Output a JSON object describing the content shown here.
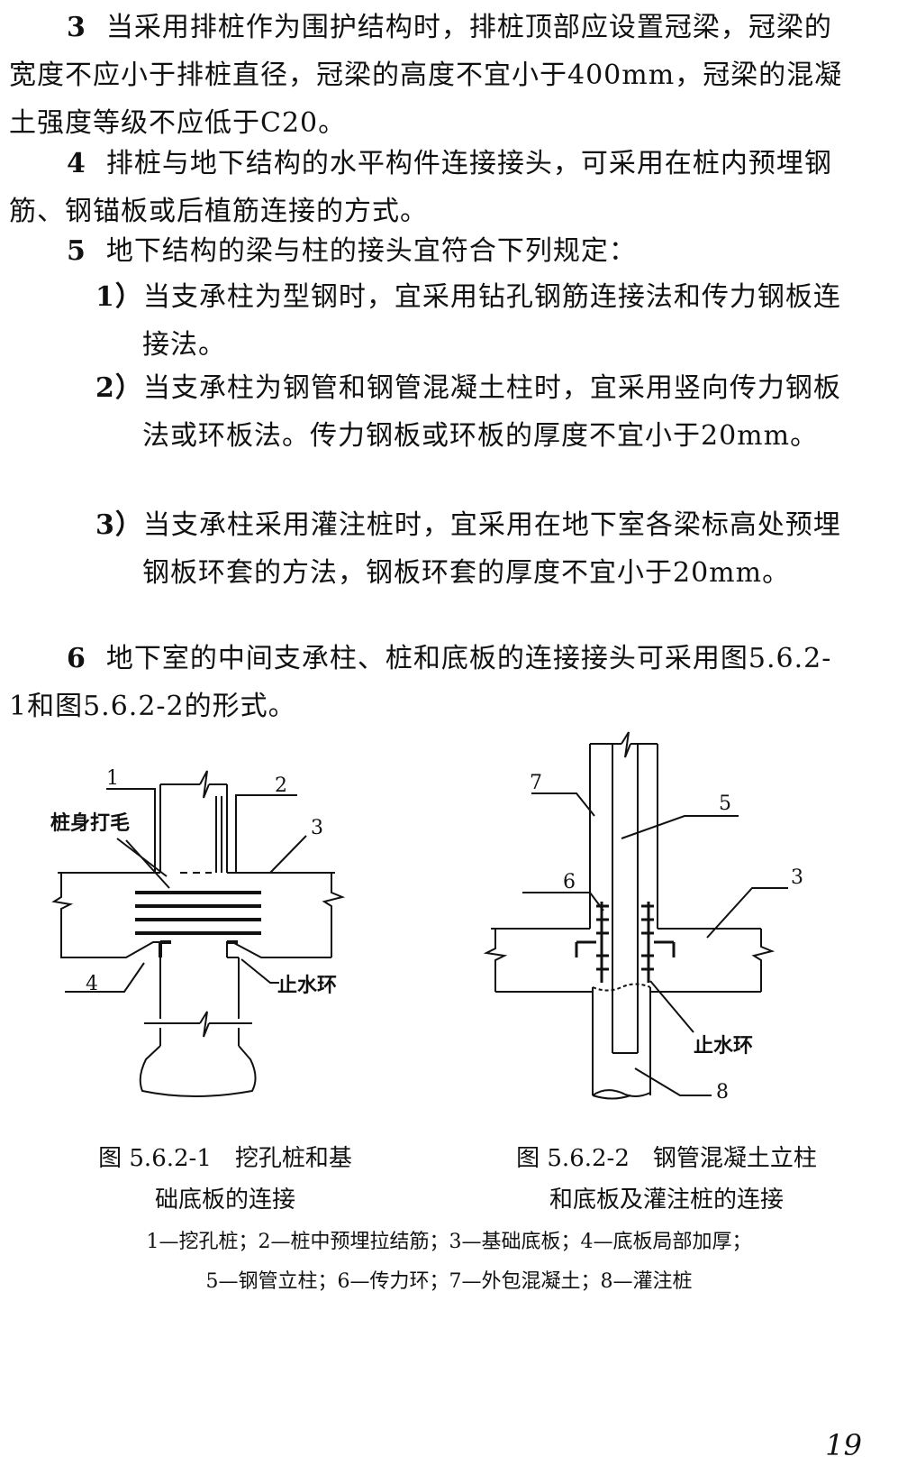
{
  "items": {
    "i3": {
      "num": "3",
      "text": "当采用排桩作为围护结构时，排桩顶部应设置冠梁，冠梁的宽度不应小于排桩直径，冠梁的高度不宜小于400mm，冠梁的混凝土强度等级不应低于C20。"
    },
    "i4": {
      "num": "4",
      "text": "排桩与地下结构的水平构件连接接头，可采用在桩内预埋钢筋、钢锚板或后植筋连接的方式。"
    },
    "i5": {
      "num": "5",
      "text": "地下结构的梁与柱的接头宜符合下列规定："
    },
    "s1": {
      "num": "1）",
      "text": "当支承柱为型钢时，宜采用钻孔钢筋连接法和传力钢板连接法。"
    },
    "s2": {
      "num": "2）",
      "text": "当支承柱为钢管和钢管混凝土柱时，宜采用竖向传力钢板法或环板法。传力钢板或环板的厚度不宜小于20mm。"
    },
    "s3": {
      "num": "3）",
      "text": "当支承柱采用灌注桩时，宜采用在地下室各梁标高处预埋钢板环套的方法，钢板环套的厚度不宜小于20mm。"
    },
    "i6": {
      "num": "6",
      "text": "地下室的中间支承柱、桩和底板的连接接头可采用图5.6.2-1和图5.6.2-2的形式。"
    }
  },
  "figure1": {
    "labels": {
      "l1": "1",
      "l2": "2",
      "l3": "3",
      "l4": "4",
      "roughen": "桩身打毛",
      "ring": "止水环"
    },
    "caption_line1": "图 5.6.2-1　挖孔桩和基",
    "caption_line2": "础底板的连接"
  },
  "figure2": {
    "labels": {
      "l7": "7",
      "l5": "5",
      "l6": "6",
      "l3": "3",
      "l8": "8",
      "ring": "止水环"
    },
    "caption_line1": "图 5.6.2-2　钢管混凝土立柱",
    "caption_line2": "和底板及灌注桩的连接"
  },
  "legend": {
    "line1": "1—挖孔桩；2—桩中预埋拉结筋；3—基础底板；4—底板局部加厚；",
    "line2": "5—钢管立柱；6—传力环；7—外包混凝土；8—灌注桩"
  },
  "page_number": "19"
}
